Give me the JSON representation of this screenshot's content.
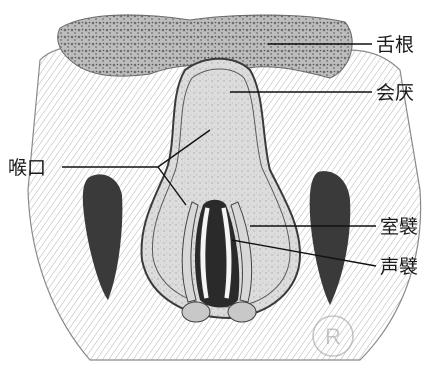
{
  "labels": {
    "tongue_root": "舌根",
    "epiglottis": "会厌",
    "laryngeal_inlet": "喉口",
    "vestibular_fold": "室襞",
    "vocal_fold": "声襞"
  },
  "watermark": "R"
}
